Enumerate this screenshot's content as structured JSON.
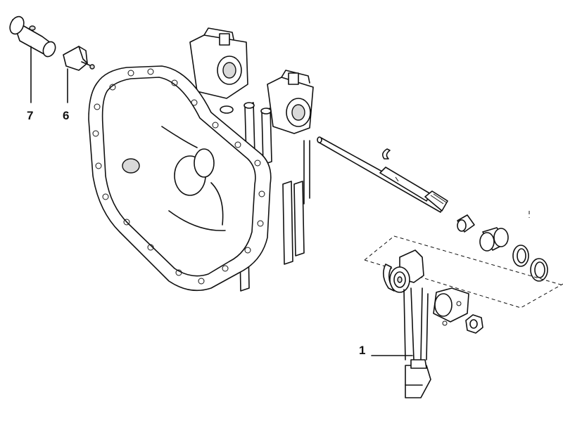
{
  "callouts": [
    {
      "id": "7",
      "text": "7"
    },
    {
      "id": "6",
      "text": "6"
    },
    {
      "id": "1",
      "text": "1"
    }
  ]
}
